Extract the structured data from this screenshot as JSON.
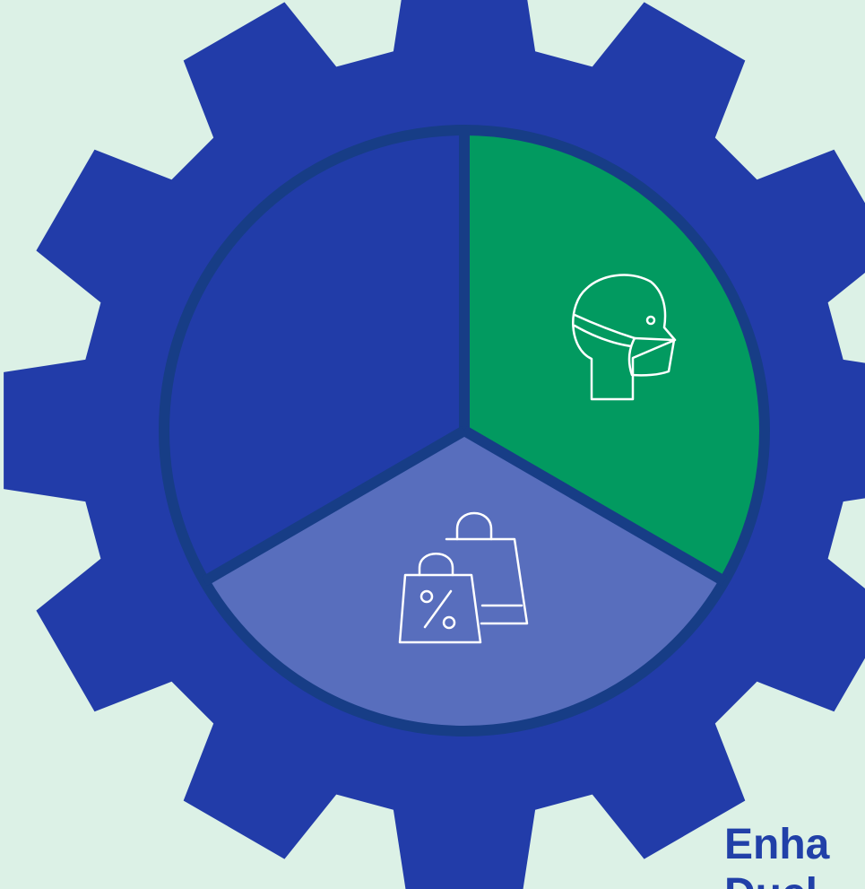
{
  "colors": {
    "background": "#dcf1e6",
    "gear": "#223ca9",
    "rim": "#173d86",
    "segment_left": "#213ca8",
    "segment_right": "#029a60",
    "segment_bottom": "#586ebd",
    "icon_stroke": "#ffffff",
    "caption_text": "#2140a8"
  },
  "diagram": {
    "segments": [
      {
        "id": "left",
        "icon": ""
      },
      {
        "id": "right",
        "icon": "face-mask-icon"
      },
      {
        "id": "bottom",
        "icon": "shopping-bags-discount-icon"
      }
    ],
    "caption_lines": [
      "Enha",
      "Ducl"
    ]
  }
}
